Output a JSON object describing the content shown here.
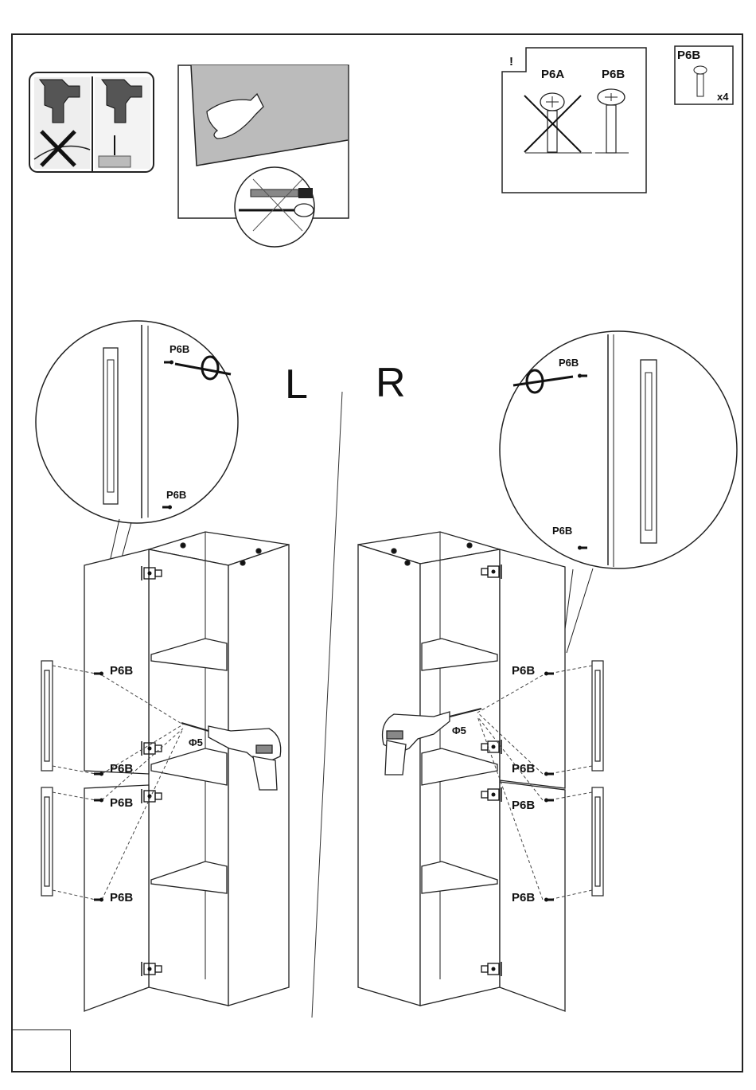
{
  "warning": {
    "mark": "!",
    "screw_a": "P6A",
    "screw_b": "P6B"
  },
  "parts_box": {
    "part": "P6B",
    "qty": "x4"
  },
  "sides": {
    "left": "L",
    "right": "R"
  },
  "screw_label": "P6B",
  "drill_bit": "Φ5",
  "icons": {
    "drill_no": "drill-wall-forbidden-icon",
    "drill_ok": "drill-wood-ok-icon",
    "knife": "no-knife-icon"
  }
}
